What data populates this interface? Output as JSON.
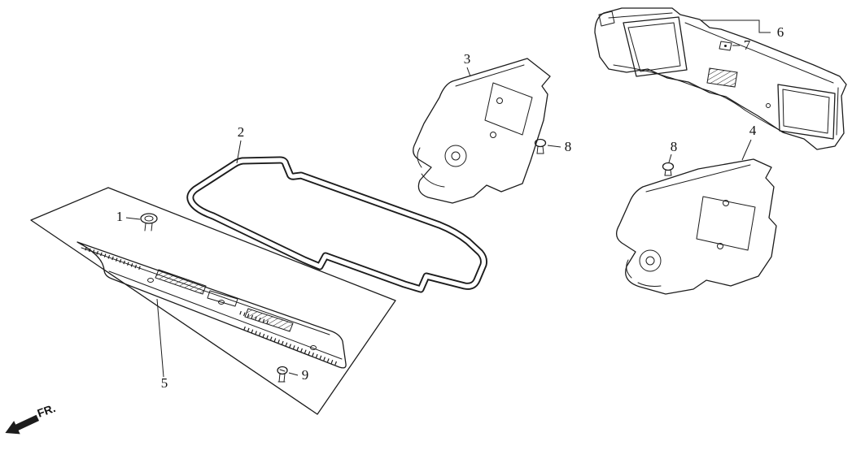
{
  "diagram": {
    "background_color": "#ffffff",
    "line_color": "#1c1c1c",
    "callouts": [
      "1",
      "2",
      "3",
      "4",
      "5",
      "6",
      "7",
      "8",
      "9"
    ],
    "direction_label": "FR."
  }
}
